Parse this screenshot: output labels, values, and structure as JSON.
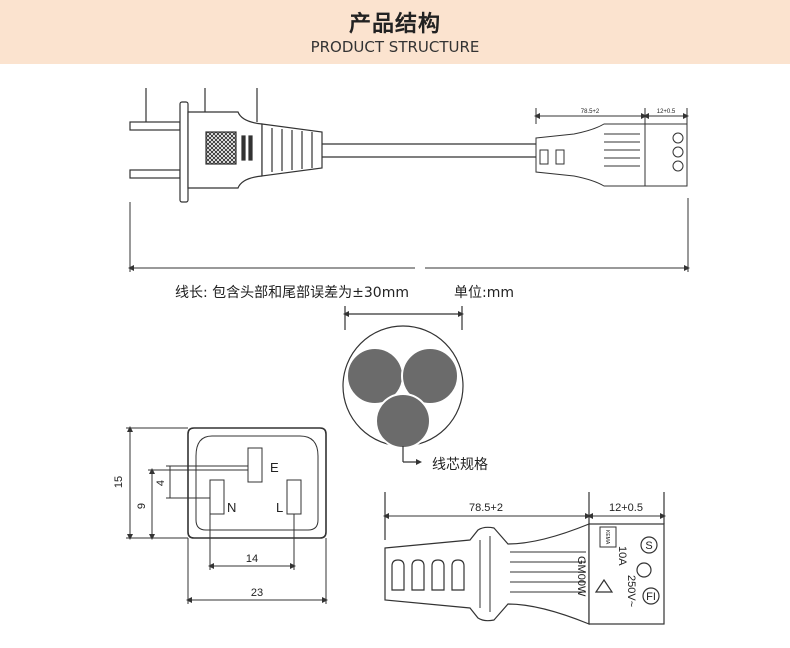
{
  "header": {
    "title_cn": "产品结构",
    "title_en": "PRODUCT STRUCTURE"
  },
  "labels": {
    "cable_length_note": "线长: 包含头部和尾部误差为±30mm",
    "unit": "单位:mm",
    "core_spec": "线芯规格"
  },
  "connector_top": {
    "dim_length": "78.5+2",
    "dim_head": "12+0.5"
  },
  "socket_face": {
    "pin_e": "E",
    "pin_n": "N",
    "pin_l": "L",
    "dim_15": "15",
    "dim_9": "9",
    "dim_4": "4",
    "dim_14": "14",
    "dim_23": "23"
  },
  "connector_detail": {
    "dim_length": "78.5+2",
    "dim_head": "12+0.5",
    "marking_model": "GM00W",
    "marking_rating": "10A",
    "marking_voltage": "250V~",
    "cert_s": "S",
    "cert_fi": "FI",
    "cert_kema": "KEMA"
  },
  "colors": {
    "header_bg": "#fbe3cf",
    "line": "#333333",
    "core_fill": "#6b6b6b"
  }
}
